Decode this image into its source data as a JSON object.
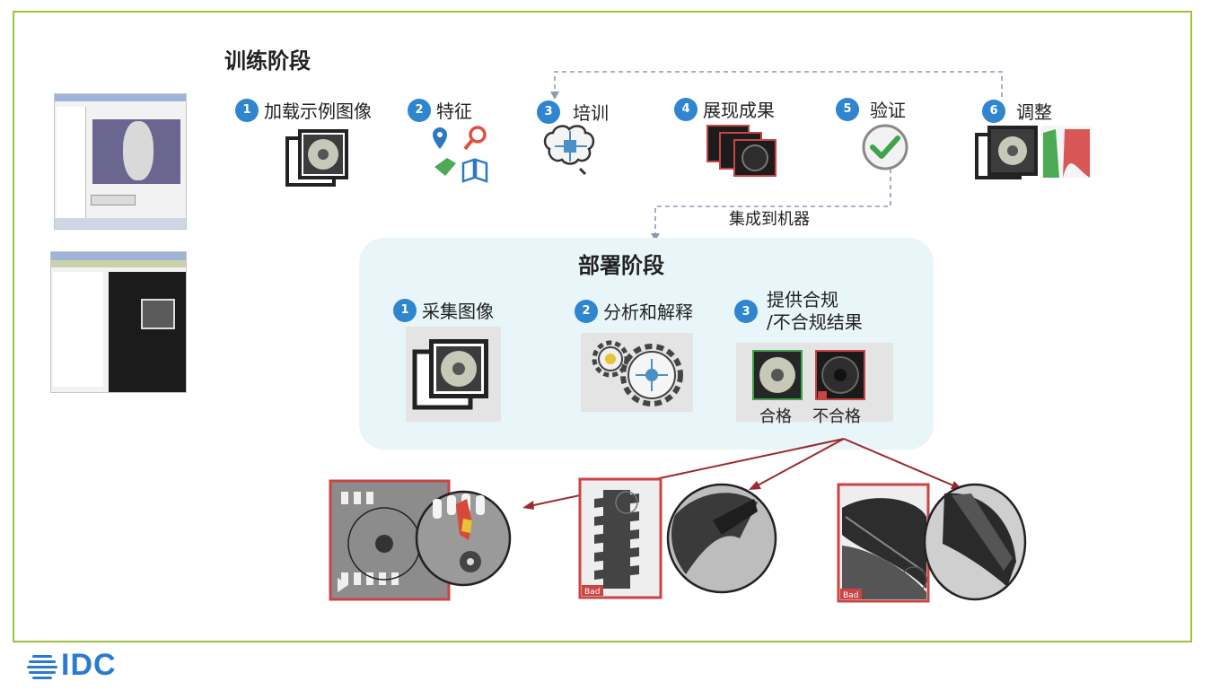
{
  "training": {
    "title": "训练阶段",
    "steps": [
      {
        "num": "1",
        "label": "加载示例图像"
      },
      {
        "num": "2",
        "label": "特征"
      },
      {
        "num": "3",
        "label": "培训"
      },
      {
        "num": "4",
        "label": "展现成果"
      },
      {
        "num": "5",
        "label": "验证"
      },
      {
        "num": "6",
        "label": "调整"
      }
    ]
  },
  "integrate_label": "集成到机器",
  "deploy": {
    "title": "部署阶段",
    "steps": [
      {
        "num": "1",
        "label": "采集图像"
      },
      {
        "num": "2",
        "label": "分析和解释"
      },
      {
        "num": "3",
        "label_line1": "提供合规",
        "label_line2": "/不合规结果"
      }
    ],
    "pass_label": "合格",
    "fail_label": "不合格"
  },
  "bad_tag": "Bad",
  "logo": "IDC",
  "colors": {
    "frame": "#9dc23b",
    "badge": "#2f86cf",
    "deploy_bg": "#e9f6f9",
    "arrow_red": "#9b2a2a",
    "dashed": "#8b9bb4",
    "check_green": "#3ea34b"
  }
}
